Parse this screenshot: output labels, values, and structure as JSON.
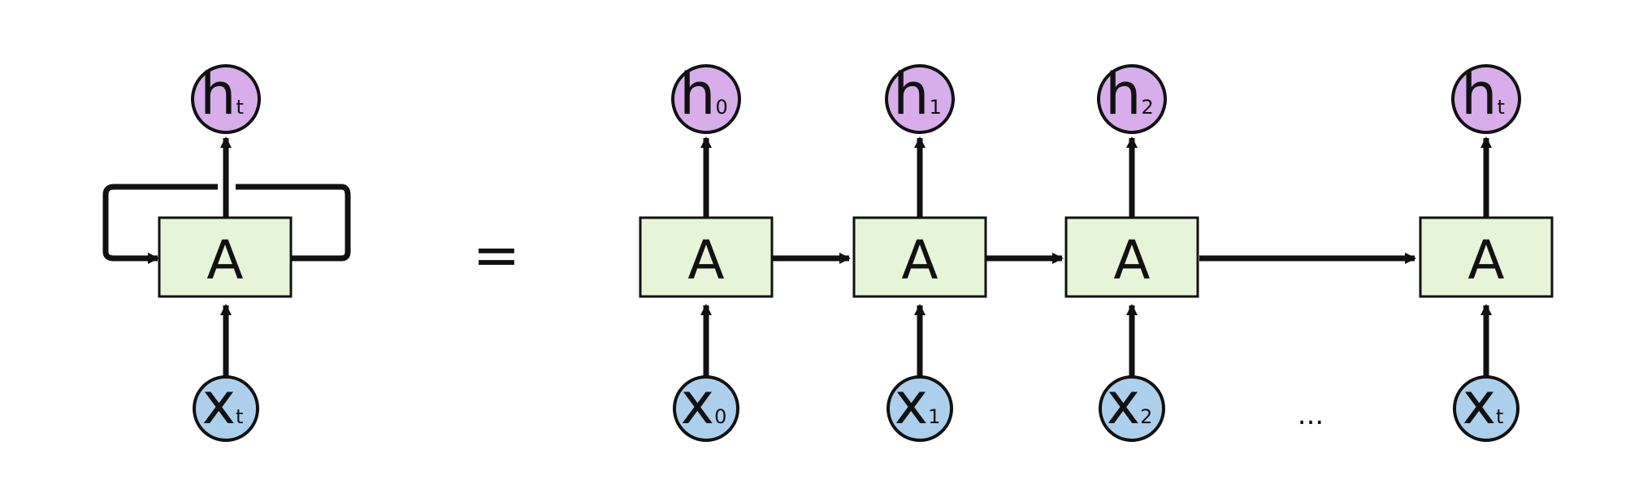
{
  "colors": {
    "hidden_fill": "#d7aee9",
    "input_fill": "#acd0ec",
    "cell_fill": "#e6f4d8",
    "stroke": "#111111"
  },
  "rolled": {
    "cell_label": "A",
    "output": {
      "main": "h",
      "sub": "t"
    },
    "input": {
      "main": "x",
      "sub": "t"
    }
  },
  "equals": "=",
  "unrolled": [
    {
      "cell_label": "A",
      "output": {
        "main": "h",
        "sub": "0"
      },
      "input": {
        "main": "x",
        "sub": "0"
      }
    },
    {
      "cell_label": "A",
      "output": {
        "main": "h",
        "sub": "1"
      },
      "input": {
        "main": "x",
        "sub": "1"
      }
    },
    {
      "cell_label": "A",
      "output": {
        "main": "h",
        "sub": "2"
      },
      "input": {
        "main": "x",
        "sub": "2"
      }
    },
    {
      "cell_label": "A",
      "output": {
        "main": "h",
        "sub": "t"
      },
      "input": {
        "main": "x",
        "sub": "t"
      }
    }
  ],
  "ellipsis": "..."
}
